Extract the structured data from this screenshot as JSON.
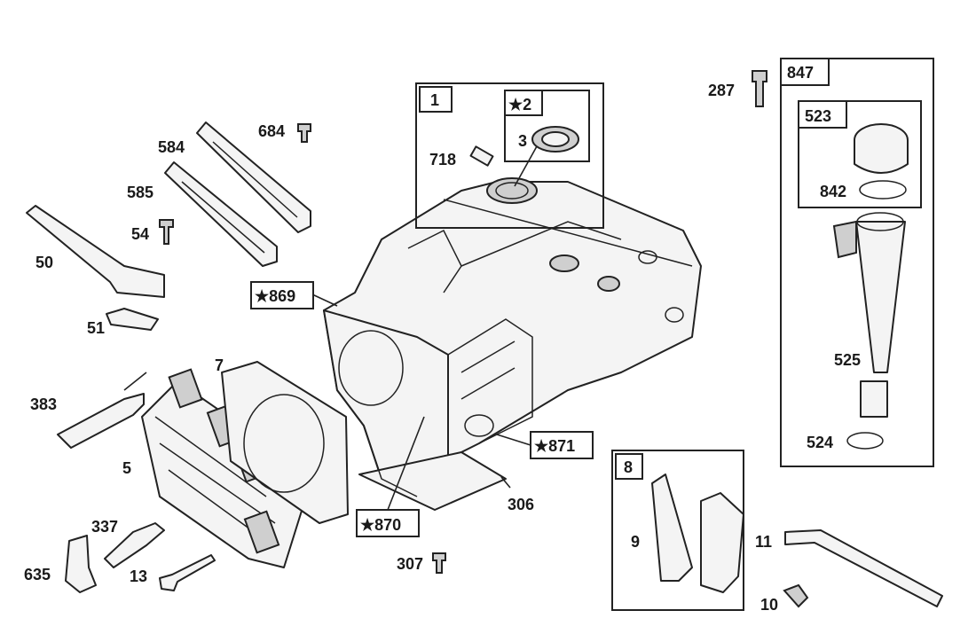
{
  "labels": {
    "l287": "287",
    "l847": "847",
    "l523": "523",
    "l842": "842",
    "l525": "525",
    "l524": "524",
    "l1": "1",
    "l2": "★2",
    "l3": "3",
    "l718": "718",
    "l684": "684",
    "l584": "584",
    "l585": "585",
    "l54": "54",
    "l50": "50",
    "l51": "51",
    "l869": "★869",
    "l871": "★871",
    "l870": "★870",
    "l306": "306",
    "l307": "307",
    "l383": "383",
    "l7": "7",
    "l5": "5",
    "l337": "337",
    "l635": "635",
    "l13": "13",
    "l8": "8",
    "l9": "9",
    "l11": "11",
    "l10": "10"
  }
}
